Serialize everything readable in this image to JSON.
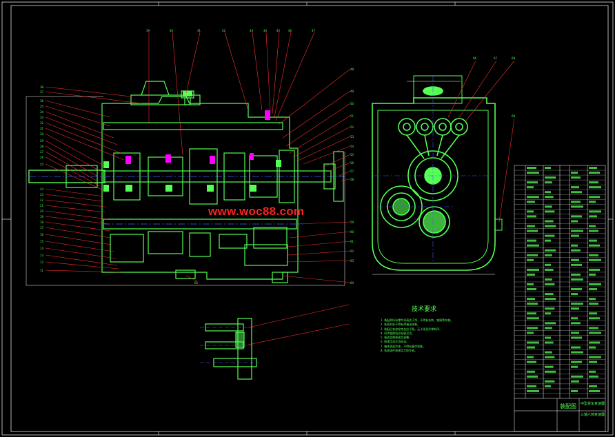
{
  "watermark": "www.woc88.com",
  "technical_requirements": {
    "title": "技术要求",
    "notes": [
      "1. 装配前所有零件须清洗干净，不得有毛刺、铁屑等杂物。",
      "2. 各密封处不得有渗漏油现象。",
      "3. 装配后各齿轮啮合应平稳，无卡滞及异常响声。",
      "4. 同步器换挡应轻便灵活。",
      "5. 轴承游隙按规定调整。",
      "6. 按规定加注齿轮油。",
      "7. 箱体表面涂漆，不得有漏涂现象。",
      "8. 各紧固件按规定力矩拧紧。"
    ]
  },
  "title_block": {
    "drawing_type": "装配图",
    "title_line1": "中型货车变速器",
    "title_line2": "三轴六档变速器"
  },
  "colors": {
    "background": "#000000",
    "outline": "#55ff55",
    "leader": "#ff3030",
    "gear": "#ff00ff",
    "center_line": "#4060ff",
    "frame": "#ffffff"
  }
}
